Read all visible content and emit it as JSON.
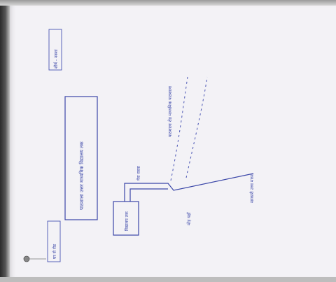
{
  "labels": {
    "corner_tag": "शीर्ष - नक्शा",
    "title": "पाठशाला उत्तर माध्यमिक विद्यालय तक",
    "school": "विद्यालय तक",
    "road": "मेरा रास्ता",
    "road_upper": "पाठशाला रोड माध्यमिक पाठशाला",
    "bend": "मोड़ यहाँ",
    "right_end": "सरकारी उच्च माध्य.",
    "bottom_note": "घर से रोड"
  },
  "colors": {
    "ink": "#3a46a8",
    "paper": "#f3f2f6"
  }
}
